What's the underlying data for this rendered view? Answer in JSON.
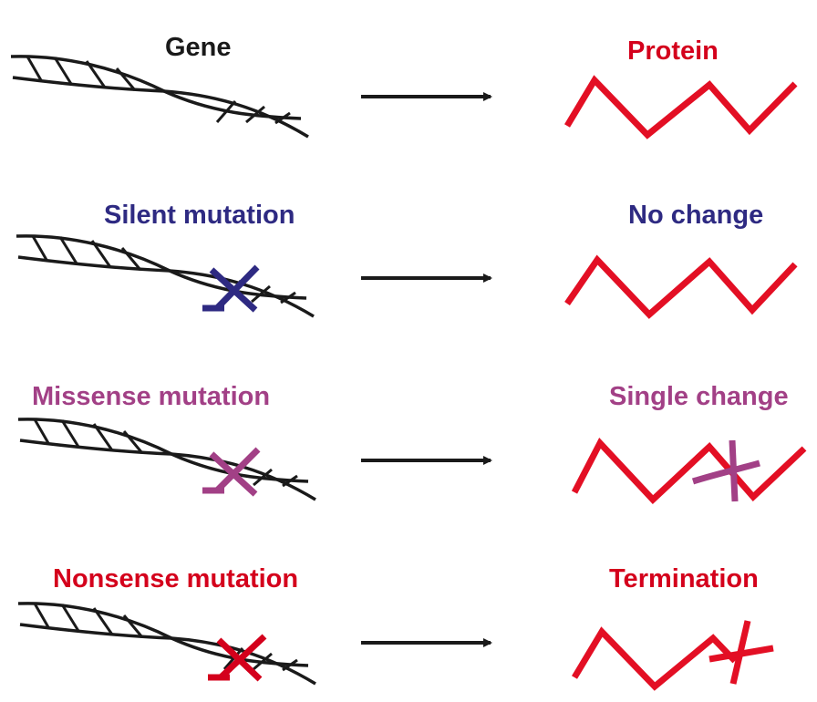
{
  "rows": [
    {
      "gene_label": "Gene",
      "protein_label": "Protein",
      "mutation": "none",
      "effect": "normal"
    },
    {
      "gene_label": "Silent mutation",
      "protein_label": "No change",
      "mutation": "silent",
      "effect": "no-change"
    },
    {
      "gene_label": "Missense mutation",
      "protein_label": "Single change",
      "mutation": "missense",
      "effect": "single-change"
    },
    {
      "gene_label": "Nonsense mutation",
      "protein_label": "Termination",
      "mutation": "nonsense",
      "effect": "termination"
    }
  ],
  "colors": {
    "gene_strand": "#1a1a1a",
    "arrow": "#1a1a1a",
    "protein_chain": "#e30f24",
    "gene_title": "#1a1a1a",
    "protein_title": "#d4001c",
    "silent": "#2e2a82",
    "missense": "#a24086",
    "nonsense": "#d4001c"
  }
}
